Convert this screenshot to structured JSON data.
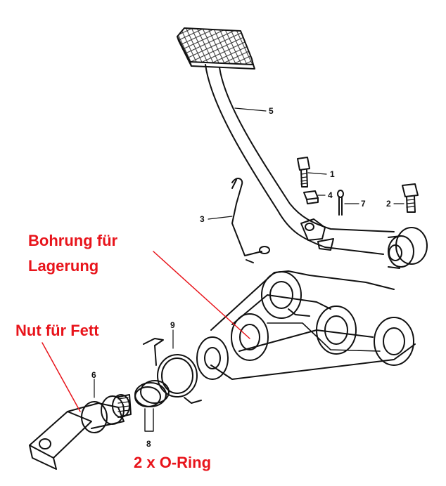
{
  "annotations": {
    "bohrung_line1": "Bohrung für",
    "bohrung_line2": "Lagerung",
    "nut": "Nut für Fett",
    "oring": "2 x O-Ring"
  },
  "part_numbers": {
    "p1": "1",
    "p2": "2",
    "p3": "3",
    "p4": "4",
    "p5": "5",
    "p6": "6",
    "p7": "7",
    "p8": "8",
    "p9": "9"
  },
  "colors": {
    "annotation": "#e8141b",
    "line": "#111111"
  }
}
